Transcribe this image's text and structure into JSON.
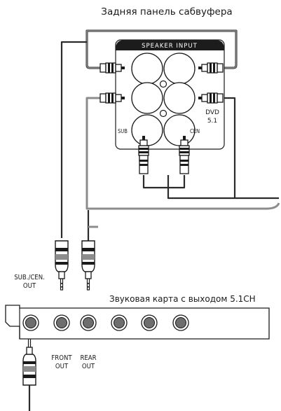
{
  "title": "Задняя панель сабвуфера",
  "panel": {
    "header": "SPEAKER INPUT",
    "source_label_line1": "DVD",
    "source_label_line2": "5.1",
    "jack_sub": "SUB",
    "jack_cen": "CEN"
  },
  "card": {
    "caption": "Звуковая карта с выходом 5.1CH",
    "out_sub_line1": "SUB./CEN.",
    "out_sub_line2": "OUT",
    "out_front_line1": "FRONT",
    "out_front_line2": "OUT",
    "out_rear_line1": "REAR",
    "out_rear_line2": "OUT"
  },
  "colors": {
    "ink": "#1a1a1a",
    "cable_dark": "#2b2b2b",
    "cable_gray": "#8c8c8c",
    "panel_fill": "#ffffff",
    "header_fill": "#1c1c1c",
    "jack_gray": "#6e6e6e"
  }
}
